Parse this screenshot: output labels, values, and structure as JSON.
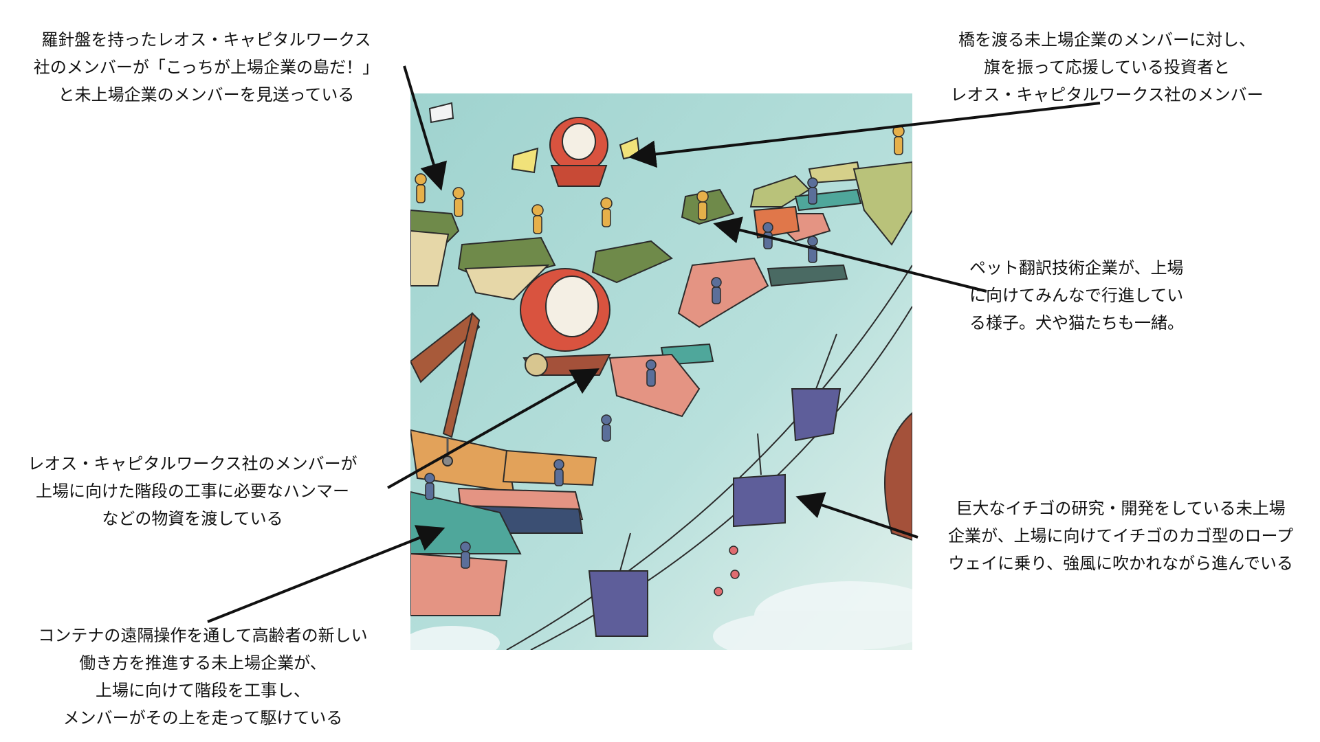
{
  "callouts": {
    "compass_members": "羅針盤を持ったレオス・キャピタルワークス\n社のメンバーが「こっちが上場企業の島だ！」\nと未上場企業のメンバーを見送っている",
    "flag_investors": "橋を渡る未上場企業のメンバーに対し、\n旗を振って応援している投資者と\nレオス・キャピタルワークス社のメンバー",
    "pet_translation": "ペット翻訳技術企業が、上場\nに向けてみんなで行進してい\nる様子。犬や猫たちも一緒。",
    "hammer_supply": "レオス・キャピタルワークス社のメンバーが\n上場に向けた階段の工事に必要なハンマー\nなどの物資を渡している",
    "strawberry_ropeway": "巨大なイチゴの研究・開発をしている未上場\n企業が、上場に向けてイチゴのカゴ型のロープ\nウェイに乗り、強風に吹かれながら進んでいる",
    "container_stairs": "コンテナの遠隔操作を通して高齢者の新しい\n働き方を推進する未上場企業が、\n上場に向けて階段を工事し、\nメンバーがその上を走って駆けている"
  },
  "colors": {
    "sky_top": "#a9d9d2",
    "sky_bottom": "#cfe9e6",
    "island_green": "#6f8a4a",
    "block_salmon": "#e49483",
    "block_teal": "#4fa79b",
    "block_orange": "#e2a25a",
    "block_navy": "#3b4f73",
    "balloon_red": "#d9533f",
    "basket_purple": "#5e5e9a",
    "flag_yellow": "#f1e27a"
  }
}
